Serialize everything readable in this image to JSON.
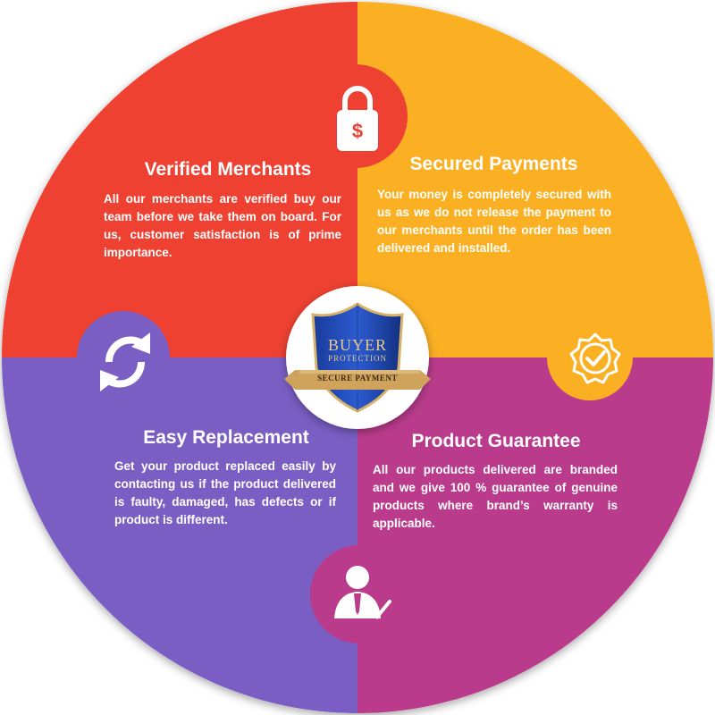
{
  "colors": {
    "red": "#ee4132",
    "orange": "#fbb023",
    "purple": "#7a5ec4",
    "magenta": "#ba3b8c",
    "shield_blue": "#1a3b9a",
    "ribbon_gold": "#cfa35c"
  },
  "seal": {
    "line1": "BUYER",
    "line2": "PROTECTION",
    "ribbon": "SECURE PAYMENT"
  },
  "quadrants": [
    {
      "key": "verified",
      "icon": "lock-dollar-icon",
      "title": "Verified Merchants",
      "text": "All our merchants are verified buy our team before we take them on board. For us, customer satisfaction is of prime importance."
    },
    {
      "key": "secured",
      "icon": "check-badge-icon",
      "title": "Secured Payments",
      "text": "Your money is completely secured with us as we do not release the payment to our merchants until the order has been delivered and installed."
    },
    {
      "key": "replacement",
      "icon": "refresh-arrows-icon",
      "title": "Easy Replacement",
      "text": "Get your product replaced easily by contacting us if the product delivered is faulty, damaged, has defects or if product is different."
    },
    {
      "key": "guarantee",
      "icon": "businessman-check-icon",
      "title": "Product Guarantee",
      "text": "All our products delivered are branded and we give 100 % guarantee of genuine products where brand’s warranty is applicable."
    }
  ]
}
